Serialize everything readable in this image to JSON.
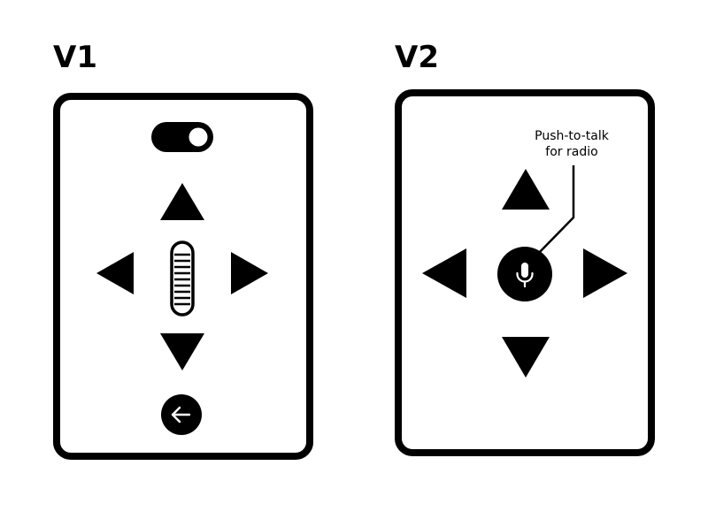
{
  "versions": [
    {
      "title": "V1",
      "controls": {
        "toggle": {
          "state": "on"
        },
        "dpad": [
          "up-arrow",
          "left-arrow",
          "right-arrow",
          "down-arrow"
        ],
        "center": "scroll-wheel-icon",
        "back": "back-arrow-icon"
      }
    },
    {
      "title": "V2",
      "controls": {
        "dpad": [
          "up-arrow",
          "left-arrow",
          "right-arrow",
          "down-arrow"
        ],
        "center": "microphone-icon"
      },
      "callout": {
        "line1": "Push-to-talk",
        "line2": "for radio"
      }
    }
  ],
  "colors": {
    "ink": "#000000",
    "paper": "#ffffff"
  }
}
